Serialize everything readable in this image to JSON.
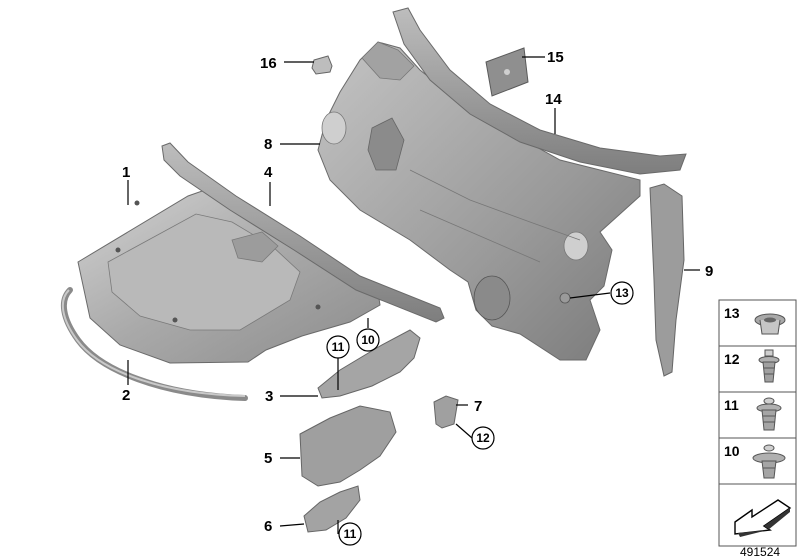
{
  "callouts": {
    "p1": "1",
    "p2": "2",
    "p3": "3",
    "p4": "4",
    "p5": "5",
    "p6": "6",
    "p7": "7",
    "p8": "8",
    "p9": "9",
    "p10": "10",
    "p11": "11",
    "p12": "12",
    "p13": "13",
    "p14": "14",
    "p15": "15",
    "p16": "16"
  },
  "circled_callouts": {
    "c11a": "11",
    "c10": "10",
    "c12": "12",
    "c13": "13",
    "c11b": "11"
  },
  "legend": {
    "items": [
      {
        "label": "13",
        "icon": "grommet-icon"
      },
      {
        "label": "12",
        "icon": "push-rivet-icon"
      },
      {
        "label": "11",
        "icon": "expanding-rivet-icon"
      },
      {
        "label": "10",
        "icon": "wide-head-rivet-icon"
      }
    ],
    "footer_icon": "arrow-symbol-icon"
  },
  "reference_number": "491524",
  "colors": {
    "part_fill": "#a8a8a8",
    "part_dark": "#7f7f7f",
    "part_light": "#cfcfcf",
    "outline": "#6a6a6a"
  }
}
